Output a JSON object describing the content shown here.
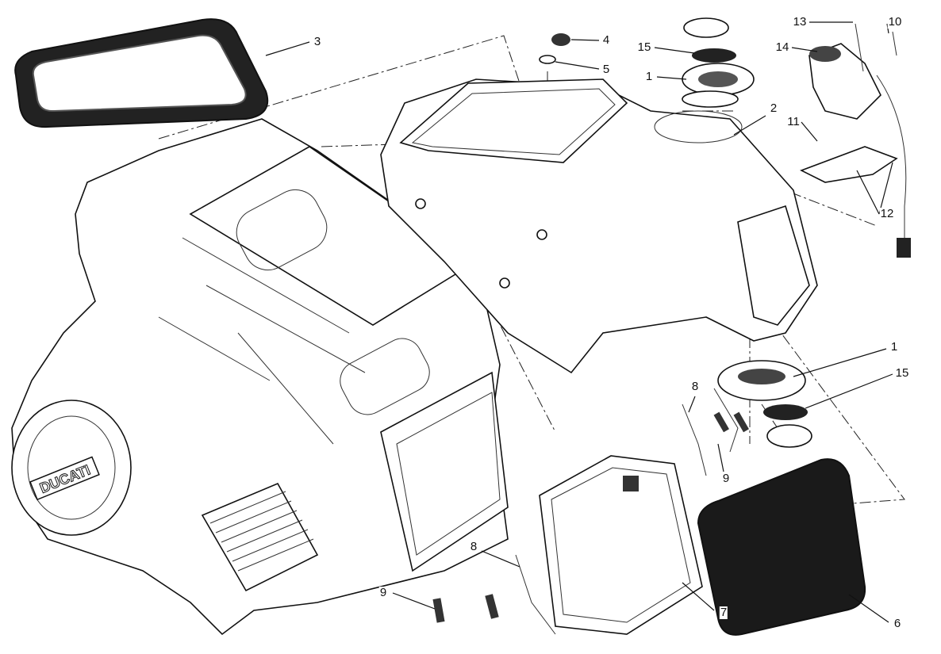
{
  "diagram": {
    "engine_logo": "DUCATI",
    "callouts": [
      "3",
      "4",
      "5",
      "15",
      "1",
      "13",
      "10",
      "14",
      "11",
      "2",
      "12",
      "1",
      "15",
      "8",
      "9",
      "9",
      "8",
      "7",
      "6"
    ]
  }
}
